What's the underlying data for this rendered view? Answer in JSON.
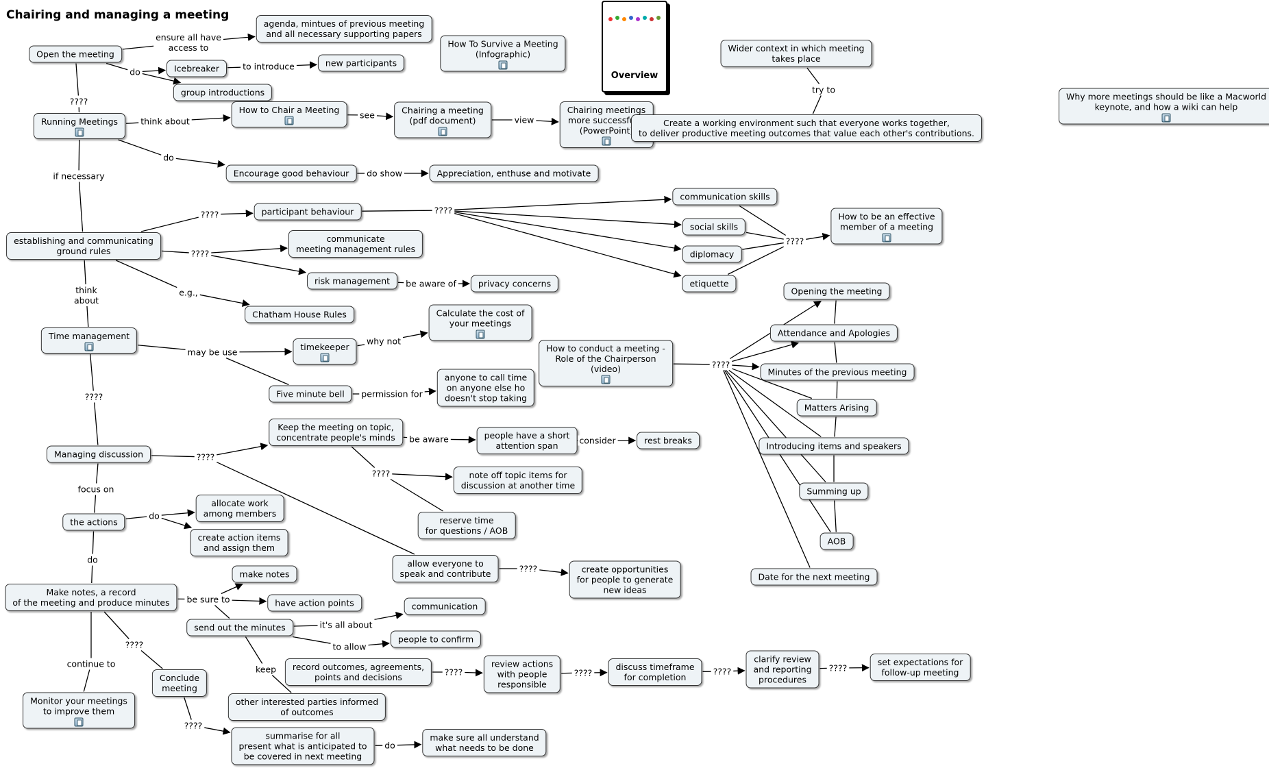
{
  "title": "Chairing and managing a meeting",
  "thumbnail": {
    "caption": "Overview"
  },
  "nodes": [
    {
      "id": "open",
      "text": "Open the meeting"
    },
    {
      "id": "agenda",
      "text": "agenda, mintues of previous meeting\nand all necessary supporting papers"
    },
    {
      "id": "icebreaker",
      "text": "Icebreaker"
    },
    {
      "id": "newp",
      "text": "new participants"
    },
    {
      "id": "groupintro",
      "text": "group introductions"
    },
    {
      "id": "survive",
      "text": "How To Survive a Meeting\n(Infographic)"
    },
    {
      "id": "wider",
      "text": "Wider context in which meeting\ntakes place"
    },
    {
      "id": "macworld",
      "text": "Why more meetings should be like a Macworld\nkeynote, and how a wiki can help"
    },
    {
      "id": "running",
      "text": "Running Meetings"
    },
    {
      "id": "howchair",
      "text": "How to Chair a Meeting"
    },
    {
      "id": "chairpdf",
      "text": "Chairing a meeting\n(pdf document)"
    },
    {
      "id": "chairppt",
      "text": "Chairing meetings\nmore successfully\n(PowerPoint)"
    },
    {
      "id": "workenv",
      "text": "Create a working environment such that everyone works together,\nto deliver productive meeting outcomes that value each other's contributions."
    },
    {
      "id": "encourage",
      "text": "Encourage good behaviour"
    },
    {
      "id": "appreciation",
      "text": "Appreciation, enthuse and motivate"
    },
    {
      "id": "participant",
      "text": "participant behaviour"
    },
    {
      "id": "commskills",
      "text": "communication skills"
    },
    {
      "id": "social",
      "text": "social skills"
    },
    {
      "id": "diplomacy",
      "text": "diplomacy"
    },
    {
      "id": "etiquette",
      "text": "etiquette"
    },
    {
      "id": "effective",
      "text": "How to be an effective\nmember of a meeting"
    },
    {
      "id": "ground",
      "text": "establishing and communicating\nground rules"
    },
    {
      "id": "commrules",
      "text": "communicate\nmeeting management rules"
    },
    {
      "id": "risk",
      "text": "risk management"
    },
    {
      "id": "privacy",
      "text": "privacy concerns"
    },
    {
      "id": "chatham",
      "text": "Chatham House Rules"
    },
    {
      "id": "time",
      "text": "Time management"
    },
    {
      "id": "timekeeper",
      "text": "timekeeper"
    },
    {
      "id": "calccost",
      "text": "Calculate the cost of\nyour meetings"
    },
    {
      "id": "fivemin",
      "text": "Five minute bell"
    },
    {
      "id": "calltime",
      "text": "anyone to call time\non anyone else ho\ndoesn't stop taking"
    },
    {
      "id": "conduct",
      "text": "How to conduct a meeting -\nRole of the Chairperson\n(video)"
    },
    {
      "id": "opening",
      "text": "Opening the meeting"
    },
    {
      "id": "attendance",
      "text": "Attendance and Apologies"
    },
    {
      "id": "minutesprev",
      "text": "Minutes of the previous meeting"
    },
    {
      "id": "matters",
      "text": "Matters Arising"
    },
    {
      "id": "introducing",
      "text": "Introducing items and speakers"
    },
    {
      "id": "summing",
      "text": "Summing up"
    },
    {
      "id": "aob",
      "text": "AOB"
    },
    {
      "id": "datenext",
      "text": "Date for the next meeting"
    },
    {
      "id": "managing",
      "text": "Managing discussion"
    },
    {
      "id": "keeptopic",
      "text": "Keep the meeting on topic,\nconcentrate people's minds"
    },
    {
      "id": "attention",
      "text": "people have a short\nattention span"
    },
    {
      "id": "rest",
      "text": "rest breaks"
    },
    {
      "id": "noteoff",
      "text": "note off topic items for\ndiscussion at another time"
    },
    {
      "id": "reserve",
      "text": "reserve time\nfor questions / AOB"
    },
    {
      "id": "actions",
      "text": "the actions"
    },
    {
      "id": "allocate",
      "text": "allocate work\namong members"
    },
    {
      "id": "actionitems",
      "text": "create action items\nand assign them"
    },
    {
      "id": "allowall",
      "text": "allow everyone to\nspeak and contribute"
    },
    {
      "id": "opportunities",
      "text": "create opportunities\nfor people to generate\nnew ideas"
    },
    {
      "id": "makerecord",
      "text": "Make notes, a record\nof the meeting and produce minutes"
    },
    {
      "id": "makenotes",
      "text": "make notes"
    },
    {
      "id": "actionpoints",
      "text": "have action points"
    },
    {
      "id": "sendminutes",
      "text": "send out the minutes"
    },
    {
      "id": "communication",
      "text": "communication"
    },
    {
      "id": "confirm",
      "text": "people to confirm"
    },
    {
      "id": "recordout",
      "text": "record outcomes, agreements,\npoints and decisions"
    },
    {
      "id": "review",
      "text": "review actions\nwith people\nresponsible"
    },
    {
      "id": "timeframe",
      "text": "discuss timeframe\nfor completion"
    },
    {
      "id": "clarify",
      "text": "clarify review\nand reporting\nprocedures"
    },
    {
      "id": "expect",
      "text": "set expectations for\nfollow-up meeting"
    },
    {
      "id": "conclude",
      "text": "Conclude\nmeeting"
    },
    {
      "id": "monitor",
      "text": "Monitor your meetings\nto improve them"
    },
    {
      "id": "otherparties",
      "text": "other interested parties informed\nof outcomes"
    },
    {
      "id": "summarise",
      "text": "summarise for all\npresent what is anticipated to\nbe covered in next meeting"
    },
    {
      "id": "understand",
      "text": "make sure all understand\nwhat needs to be done"
    }
  ],
  "labels": [
    {
      "id": "l_ensure",
      "text": "ensure all have\naccess to"
    },
    {
      "id": "l_do1",
      "text": "do"
    },
    {
      "id": "l_intro",
      "text": "to introduce"
    },
    {
      "id": "l_q1",
      "text": "????"
    },
    {
      "id": "l_think",
      "text": "think about"
    },
    {
      "id": "l_see",
      "text": "see"
    },
    {
      "id": "l_view",
      "text": "view"
    },
    {
      "id": "l_tryto",
      "text": "try to"
    },
    {
      "id": "l_do2",
      "text": "do"
    },
    {
      "id": "l_doshow",
      "text": "do show"
    },
    {
      "id": "l_ifnec",
      "text": "if necessary"
    },
    {
      "id": "l_q2",
      "text": "????"
    },
    {
      "id": "l_q3",
      "text": "????"
    },
    {
      "id": "l_q4",
      "text": "????"
    },
    {
      "id": "l_q5",
      "text": "????"
    },
    {
      "id": "l_beaware1",
      "text": "be aware of"
    },
    {
      "id": "l_eg",
      "text": "e.g.,"
    },
    {
      "id": "l_thinkab",
      "text": "think\nabout"
    },
    {
      "id": "l_maybe",
      "text": "may be use"
    },
    {
      "id": "l_whynot",
      "text": "why not"
    },
    {
      "id": "l_perm",
      "text": "permission for"
    },
    {
      "id": "l_q6",
      "text": "????"
    },
    {
      "id": "l_q7",
      "text": "????"
    },
    {
      "id": "l_q8",
      "text": "????"
    },
    {
      "id": "l_beaware2",
      "text": "be aware"
    },
    {
      "id": "l_consider",
      "text": "consider"
    },
    {
      "id": "l_q9",
      "text": "????"
    },
    {
      "id": "l_focus",
      "text": "focus on"
    },
    {
      "id": "l_do3",
      "text": "do"
    },
    {
      "id": "l_do4",
      "text": "do"
    },
    {
      "id": "l_q10",
      "text": "????"
    },
    {
      "id": "l_besure",
      "text": "be sure to"
    },
    {
      "id": "l_itsall",
      "text": "it's all about"
    },
    {
      "id": "l_toallow",
      "text": "to allow"
    },
    {
      "id": "l_keep",
      "text": "keep"
    },
    {
      "id": "l_q11",
      "text": "????"
    },
    {
      "id": "l_q12",
      "text": "????"
    },
    {
      "id": "l_q13",
      "text": "????"
    },
    {
      "id": "l_q14",
      "text": "????"
    },
    {
      "id": "l_q15",
      "text": "????"
    },
    {
      "id": "l_contto",
      "text": "continue to"
    },
    {
      "id": "l_q16",
      "text": "????"
    },
    {
      "id": "l_do5",
      "text": "do"
    }
  ],
  "links": [
    [
      "open",
      "l_ensure",
      0
    ],
    [
      "l_ensure",
      "agenda",
      1
    ],
    [
      "open",
      "l_do1",
      0
    ],
    [
      "l_do1",
      "icebreaker",
      1
    ],
    [
      "l_do1",
      "groupintro",
      1
    ],
    [
      "icebreaker",
      "l_intro",
      0
    ],
    [
      "l_intro",
      "newp",
      1
    ],
    [
      "open",
      "l_q1",
      0
    ],
    [
      "l_q1",
      "running",
      0
    ],
    [
      "running",
      "l_think",
      0
    ],
    [
      "l_think",
      "howchair",
      1
    ],
    [
      "howchair",
      "l_see",
      0
    ],
    [
      "l_see",
      "chairpdf",
      1
    ],
    [
      "chairpdf",
      "l_view",
      0
    ],
    [
      "l_view",
      "chairppt",
      1
    ],
    [
      "wider",
      "l_tryto",
      0
    ],
    [
      "l_tryto",
      "workenv",
      0
    ],
    [
      "running",
      "l_do2",
      0
    ],
    [
      "l_do2",
      "encourage",
      1
    ],
    [
      "encourage",
      "l_doshow",
      0
    ],
    [
      "l_doshow",
      "appreciation",
      1
    ],
    [
      "running",
      "l_ifnec",
      0
    ],
    [
      "l_ifnec",
      "ground",
      0
    ],
    [
      "ground",
      "l_q2",
      0
    ],
    [
      "l_q2",
      "participant",
      1
    ],
    [
      "participant",
      "l_q3",
      0
    ],
    [
      "l_q3",
      "commskills",
      1
    ],
    [
      "l_q3",
      "social",
      1
    ],
    [
      "l_q3",
      "diplomacy",
      1
    ],
    [
      "l_q3",
      "etiquette",
      1
    ],
    [
      "commskills",
      "l_q4",
      0
    ],
    [
      "social",
      "l_q4",
      0
    ],
    [
      "diplomacy",
      "l_q4",
      0
    ],
    [
      "etiquette",
      "l_q4",
      0
    ],
    [
      "l_q4",
      "effective",
      1
    ],
    [
      "ground",
      "l_q5",
      0
    ],
    [
      "l_q5",
      "commrules",
      1
    ],
    [
      "l_q5",
      "risk",
      1
    ],
    [
      "risk",
      "l_beaware1",
      0
    ],
    [
      "l_beaware1",
      "privacy",
      1
    ],
    [
      "ground",
      "l_eg",
      0
    ],
    [
      "l_eg",
      "chatham",
      1
    ],
    [
      "ground",
      "l_thinkab",
      0
    ],
    [
      "l_thinkab",
      "time",
      0
    ],
    [
      "time",
      "l_maybe",
      0
    ],
    [
      "l_maybe",
      "timekeeper",
      1
    ],
    [
      "l_maybe",
      "fivemin",
      0
    ],
    [
      "timekeeper",
      "l_whynot",
      0
    ],
    [
      "l_whynot",
      "calccost",
      1
    ],
    [
      "fivemin",
      "l_perm",
      0
    ],
    [
      "l_perm",
      "calltime",
      1
    ],
    [
      "time",
      "l_q6",
      0
    ],
    [
      "l_q6",
      "managing",
      0
    ],
    [
      "conduct",
      "l_q7",
      0
    ],
    [
      "l_q7",
      "opening",
      1
    ],
    [
      "l_q7",
      "attendance",
      1
    ],
    [
      "l_q7",
      "minutesprev",
      1
    ],
    [
      "l_q7",
      "matters",
      0
    ],
    [
      "l_q7",
      "introducing",
      0
    ],
    [
      "l_q7",
      "summing",
      0
    ],
    [
      "l_q7",
      "aob",
      0
    ],
    [
      "l_q7",
      "datenext",
      0
    ],
    [
      "opening",
      "attendance",
      0
    ],
    [
      "attendance",
      "minutesprev",
      0
    ],
    [
      "minutesprev",
      "matters",
      0
    ],
    [
      "matters",
      "introducing",
      0
    ],
    [
      "introducing",
      "summing",
      0
    ],
    [
      "summing",
      "aob",
      0
    ],
    [
      "managing",
      "l_q8",
      0
    ],
    [
      "l_q8",
      "keeptopic",
      1
    ],
    [
      "l_q8",
      "allowall",
      0
    ],
    [
      "keeptopic",
      "l_beaware2",
      0
    ],
    [
      "l_beaware2",
      "attention",
      1
    ],
    [
      "attention",
      "l_consider",
      0
    ],
    [
      "l_consider",
      "rest",
      1
    ],
    [
      "keeptopic",
      "l_q9",
      0
    ],
    [
      "l_q9",
      "noteoff",
      1
    ],
    [
      "l_q9",
      "reserve",
      0
    ],
    [
      "managing",
      "l_focus",
      0
    ],
    [
      "l_focus",
      "actions",
      0
    ],
    [
      "actions",
      "l_do3",
      0
    ],
    [
      "l_do3",
      "allocate",
      1
    ],
    [
      "l_do3",
      "actionitems",
      1
    ],
    [
      "actions",
      "l_do4",
      0
    ],
    [
      "l_do4",
      "makerecord",
      0
    ],
    [
      "allowall",
      "l_q10",
      0
    ],
    [
      "l_q10",
      "opportunities",
      1
    ],
    [
      "makerecord",
      "l_besure",
      0
    ],
    [
      "l_besure",
      "makenotes",
      1
    ],
    [
      "l_besure",
      "actionpoints",
      1
    ],
    [
      "l_besure",
      "sendminutes",
      0
    ],
    [
      "sendminutes",
      "l_itsall",
      0
    ],
    [
      "l_itsall",
      "communication",
      1
    ],
    [
      "sendminutes",
      "l_toallow",
      0
    ],
    [
      "l_toallow",
      "confirm",
      1
    ],
    [
      "sendminutes",
      "l_keep",
      0
    ],
    [
      "l_keep",
      "otherparties",
      0
    ],
    [
      "recordout",
      "l_q11",
      0
    ],
    [
      "l_q11",
      "review",
      1
    ],
    [
      "review",
      "l_q12",
      0
    ],
    [
      "l_q12",
      "timeframe",
      1
    ],
    [
      "timeframe",
      "l_q13",
      0
    ],
    [
      "l_q13",
      "clarify",
      1
    ],
    [
      "clarify",
      "l_q14",
      0
    ],
    [
      "l_q14",
      "expect",
      1
    ],
    [
      "makerecord",
      "l_q15",
      0
    ],
    [
      "l_q15",
      "conclude",
      0
    ],
    [
      "makerecord",
      "l_contto",
      0
    ],
    [
      "l_contto",
      "monitor",
      0
    ],
    [
      "conclude",
      "l_q16",
      0
    ],
    [
      "l_q16",
      "summarise",
      1
    ],
    [
      "summarise",
      "l_do5",
      0
    ],
    [
      "l_do5",
      "understand",
      1
    ]
  ]
}
